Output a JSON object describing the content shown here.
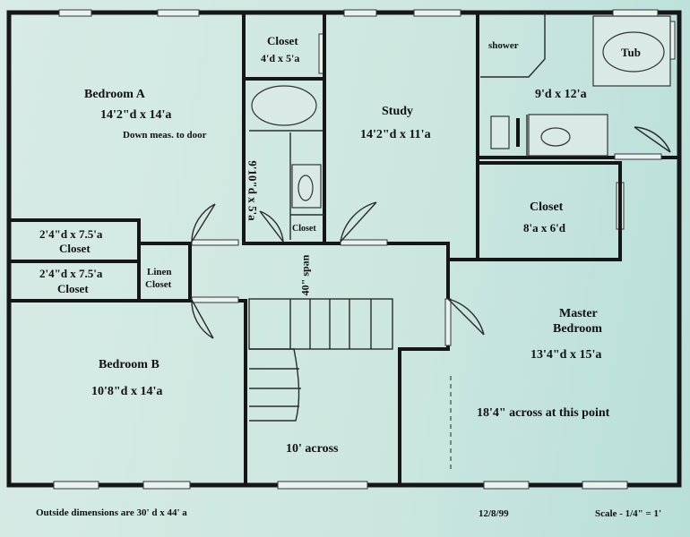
{
  "rooms": {
    "bedroom_a": {
      "name": "Bedroom A",
      "dims": "14'2\"d x 14'a",
      "note": "Down meas. to door"
    },
    "closet_top": {
      "name": "Closet",
      "dims": "4'd x 5'a"
    },
    "study": {
      "name": "Study",
      "dims": "14'2\"d x 11'a"
    },
    "bath_master": {
      "shower": "shower",
      "tub": "Tub",
      "dims": "9'd x 12'a"
    },
    "closet_master": {
      "name": "Closet",
      "dims": "8'a x 6'd"
    },
    "closet_1": {
      "dims": "2'4\"d x 7.5'a",
      "name": "Closet"
    },
    "closet_2": {
      "dims": "2'4\"d x 7.5'a",
      "name": "Closet"
    },
    "linen": {
      "line1": "Linen",
      "line2": "Closet"
    },
    "hall_bath": {
      "dims": "9'10\"d x 5'a",
      "closet": "Closet"
    },
    "hall": {
      "span": "40\" span",
      "across": "10' across"
    },
    "bedroom_b": {
      "name": "Bedroom B",
      "dims": "10'8\"d x 14'a"
    },
    "master": {
      "line1": "Master",
      "line2": "Bedroom",
      "dims": "13'4\"d x 15'a",
      "note": "18'4\" across at this point"
    }
  },
  "footer": {
    "outside": "Outside dimensions are 30' d x 44' a",
    "date": "12/8/99",
    "scale": "Scale - 1/4\" = 1'"
  },
  "colors": {
    "paper": "#cfe6e2",
    "walls": "#161616"
  }
}
